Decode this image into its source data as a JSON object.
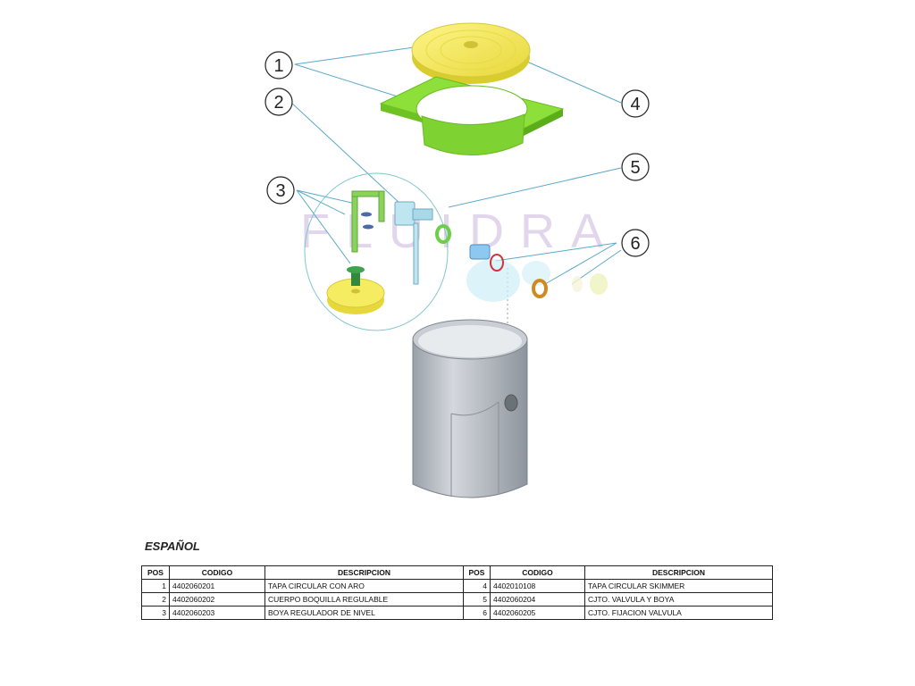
{
  "watermark": "FLUIDRA",
  "callouts": [
    "1",
    "2",
    "3",
    "4",
    "5",
    "6"
  ],
  "section_title": "ESPAÑOL",
  "table": {
    "headers": [
      "POS",
      "CODIGO",
      "DESCRIPCION",
      "POS",
      "CODIGO",
      "DESCRIPCION"
    ],
    "rows": [
      [
        "1",
        "4402060201",
        "TAPA CIRCULAR CON ARO",
        "4",
        "4402010108",
        "TAPA CIRCULAR SKIMMER"
      ],
      [
        "2",
        "4402060202",
        "CUERPO BOQUILLA REGULABLE",
        "5",
        "4402060204",
        "CJTO. VALVULA Y BOYA"
      ],
      [
        "3",
        "4402060203",
        "BOYA REGULADOR DE NIVEL",
        "6",
        "4402060205",
        "CJTO. FIJACION VALVULA"
      ]
    ]
  },
  "colors": {
    "lid_yellow": "#f3ea5a",
    "frame_green": "#8de03a",
    "body_gray": "#b9bec6",
    "leader_blue": "#5aa9c9",
    "detail_circle": "#7fc6cf",
    "watermark_purple": "#d9c9e6"
  }
}
